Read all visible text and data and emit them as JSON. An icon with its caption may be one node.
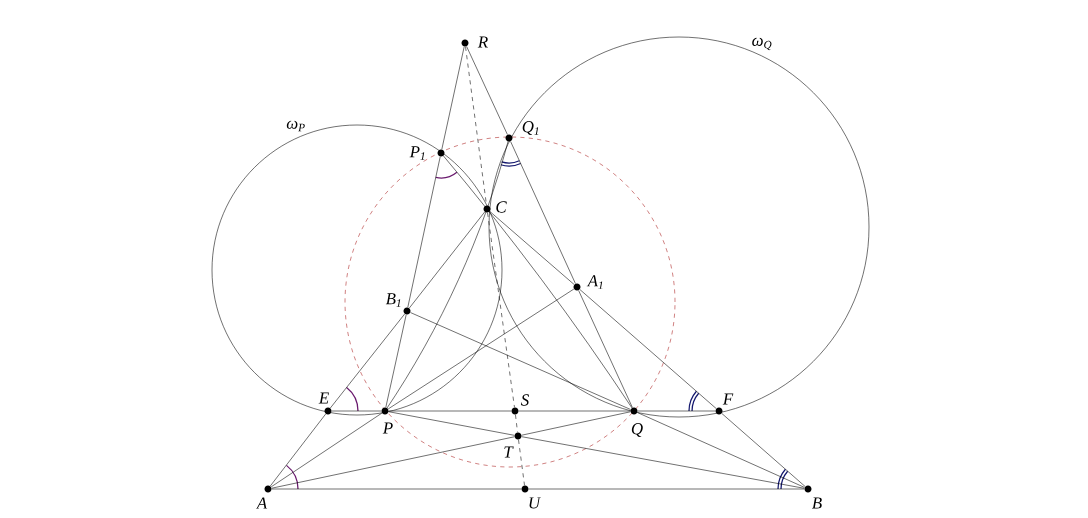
{
  "diagram": {
    "nodes": [
      {
        "text": [
          "R"
        ]
      },
      {
        "text": [
          "Q$_{1}$"
        ]
      },
      {
        "text": [
          "P$_{1}$"
        ]
      },
      {
        "text": [
          "C"
        ]
      },
      {
        "text": [
          "A$_{1}$"
        ]
      },
      {
        "text": [
          "B$_{1}$"
        ]
      },
      {
        "text": [
          "E"
        ]
      },
      {
        "text": [
          "P"
        ]
      },
      {
        "text": [
          "S"
        ]
      },
      {
        "text": [
          "Q"
        ]
      },
      {
        "text": [
          "F"
        ]
      },
      {
        "text": [
          "T"
        ]
      },
      {
        "text": [
          "A"
        ]
      },
      {
        "text": [
          "U"
        ]
      },
      {
        "text": [
          "B"
        ]
      }
    ],
    "edges": [
      {
        "from": 0,
        "to": 2,
        "arrow": "none"
      },
      {
        "from": 2,
        "to": 5,
        "arrow": "none"
      },
      {
        "from": 5,
        "to": 7,
        "arrow": "none"
      },
      {
        "from": 0,
        "to": 1,
        "arrow": "none"
      },
      {
        "from": 1,
        "to": 4,
        "arrow": "none"
      },
      {
        "from": 4,
        "to": 9,
        "arrow": "none"
      },
      {
        "from": 12,
        "to": 6,
        "arrow": "none"
      },
      {
        "from": 6,
        "to": 5,
        "arrow": "none"
      },
      {
        "from": 5,
        "to": 3,
        "arrow": "none"
      },
      {
        "from": 14,
        "to": 10,
        "arrow": "none"
      },
      {
        "from": 10,
        "to": 4,
        "arrow": "none"
      },
      {
        "from": 4,
        "to": 3,
        "arrow": "none"
      },
      {
        "from": 6,
        "to": 7,
        "arrow": "none"
      },
      {
        "from": 7,
        "to": 8,
        "arrow": "none"
      },
      {
        "from": 8,
        "to": 9,
        "arrow": "none"
      },
      {
        "from": 9,
        "to": 10,
        "arrow": "none"
      },
      {
        "from": 12,
        "to": 13,
        "arrow": "none"
      },
      {
        "from": 13,
        "to": 14,
        "arrow": "none"
      },
      {
        "from": 12,
        "to": 7,
        "arrow": "none"
      },
      {
        "from": 7,
        "to": 4,
        "arrow": "none"
      },
      {
        "from": 12,
        "to": 11,
        "arrow": "none"
      },
      {
        "from": 11,
        "to": 9,
        "arrow": "none"
      },
      {
        "from": 14,
        "to": 11,
        "arrow": "none"
      },
      {
        "from": 11,
        "to": 7,
        "arrow": "none"
      },
      {
        "from": 14,
        "to": 9,
        "arrow": "none"
      },
      {
        "from": 9,
        "to": 5,
        "arrow": "none"
      },
      {
        "from": 0,
        "to": 3,
        "arrow": "none",
        "style": "dashed"
      },
      {
        "from": 3,
        "to": 8,
        "arrow": "none",
        "style": "dashed"
      },
      {
        "from": 8,
        "to": 11,
        "arrow": "none",
        "style": "dashed"
      },
      {
        "from": 11,
        "to": 13,
        "arrow": "none",
        "style": "dashed"
      },
      {
        "from": 2,
        "to": 9,
        "arrow": "none"
      },
      {
        "from": 1,
        "to": 7,
        "arrow": "none"
      }
    ],
    "labels": [
      "ω$_{P}$",
      "ω$_{Q}$"
    ]
  }
}
